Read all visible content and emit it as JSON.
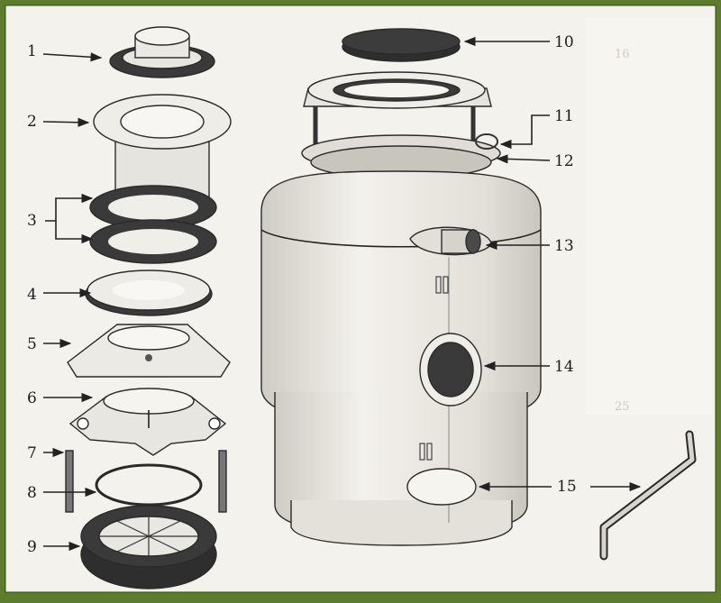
{
  "diagram": {
    "colors": {
      "border": "#5e7d2c",
      "paper": "#f4f2ec",
      "gasket": "#3a3a3a",
      "metal": "#e6e4de",
      "body_shade": "#dcd9d2"
    },
    "labels": [
      {
        "id": "1",
        "text": "1"
      },
      {
        "id": "2",
        "text": "2"
      },
      {
        "id": "3",
        "text": "3"
      },
      {
        "id": "4",
        "text": "4"
      },
      {
        "id": "5",
        "text": "5"
      },
      {
        "id": "6",
        "text": "6"
      },
      {
        "id": "7",
        "text": "7"
      },
      {
        "id": "8",
        "text": "8"
      },
      {
        "id": "9",
        "text": "9"
      },
      {
        "id": "10",
        "text": "10"
      },
      {
        "id": "11",
        "text": "11"
      },
      {
        "id": "12",
        "text": "12"
      },
      {
        "id": "13",
        "text": "13"
      },
      {
        "id": "14",
        "text": "14"
      },
      {
        "id": "15",
        "text": "15"
      }
    ],
    "ghost_labels": [
      "16",
      "25"
    ]
  }
}
